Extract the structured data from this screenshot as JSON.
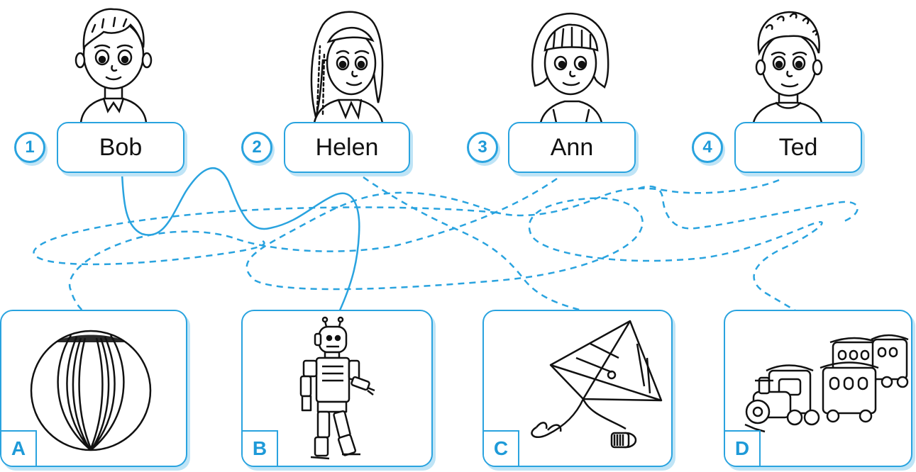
{
  "kids": [
    {
      "number": "1",
      "name": "Bob"
    },
    {
      "number": "2",
      "name": "Helen"
    },
    {
      "number": "3",
      "name": "Ann"
    },
    {
      "number": "4",
      "name": "Ted"
    }
  ],
  "toys": [
    {
      "letter": "A",
      "icon": "ball-icon"
    },
    {
      "letter": "B",
      "icon": "robot-icon"
    },
    {
      "letter": "C",
      "icon": "kite-icon"
    },
    {
      "letter": "D",
      "icon": "train-icon"
    }
  ],
  "colors": {
    "accent": "#29a3df",
    "accent_dark": "#1e9ad8",
    "shadow": "#bfe4f6",
    "ink": "#111111"
  }
}
